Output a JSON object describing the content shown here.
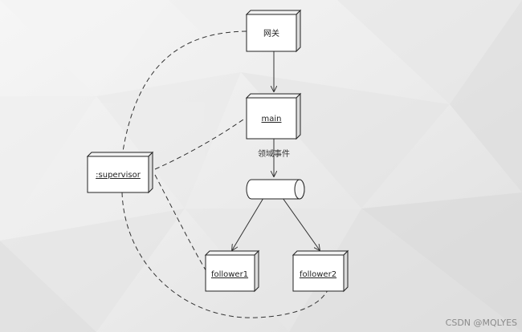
{
  "diagram": {
    "nodes": {
      "gateway": "网关",
      "main": "main",
      "supervisor": ":supervisor",
      "follower1": "follower1",
      "follower2": "follower2"
    },
    "edge_labels": {
      "main_to_queue": "领域事件"
    }
  },
  "watermark": "CSDN @MQLYES"
}
